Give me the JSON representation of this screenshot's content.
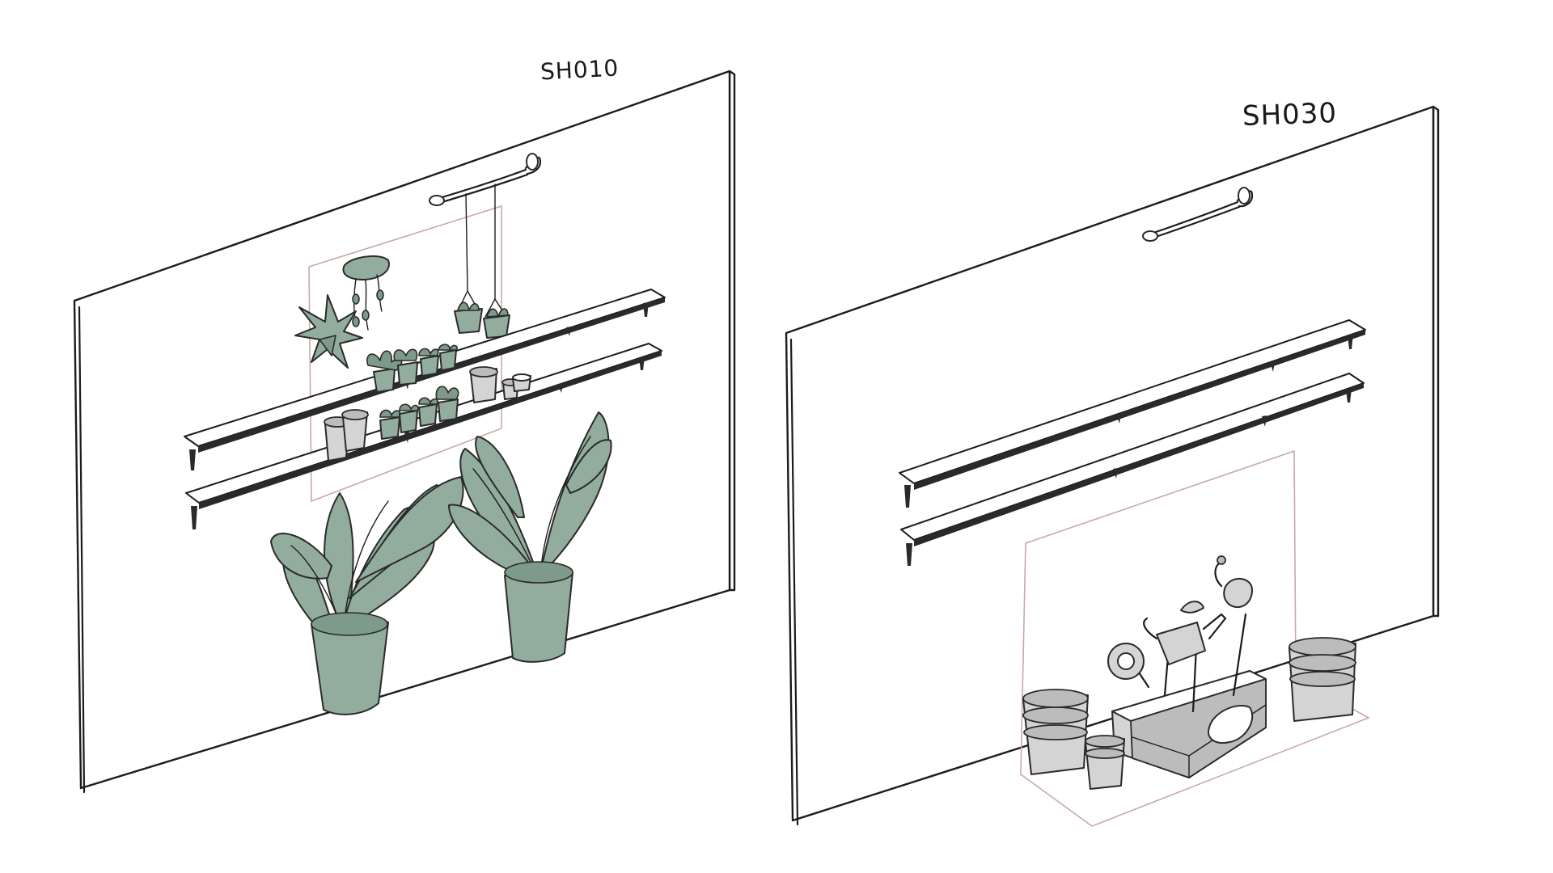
{
  "panels": [
    {
      "id": "sh010",
      "label": "SH010"
    },
    {
      "id": "sh030",
      "label": "SH030"
    }
  ],
  "colors": {
    "ink": "#1c1c1c",
    "plant_green": "#92ad9e",
    "pot_grey": "#d4d4d4",
    "guide_pink": "#c9a8a8"
  }
}
